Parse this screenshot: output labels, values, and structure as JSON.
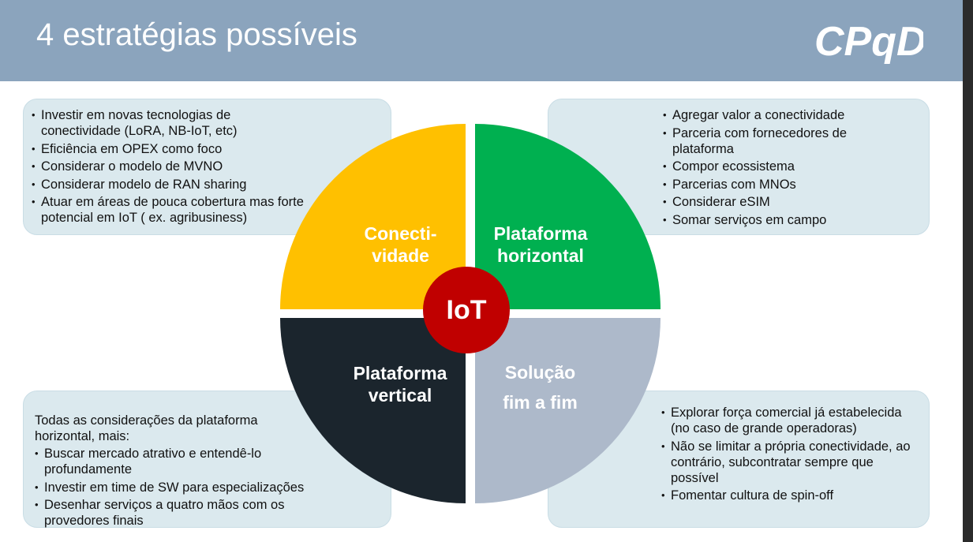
{
  "header": {
    "title": "4 estratégias possíveis",
    "logo_text": "CPqD"
  },
  "center": {
    "label": "IoT"
  },
  "quadrants": [
    {
      "line1": "Conecti-",
      "line2": "vidade",
      "color": "#ffc000"
    },
    {
      "line1": "Plataforma",
      "line2": "horizontal",
      "color": "#00b050"
    },
    {
      "line1": "Plataforma",
      "line2": "vertical",
      "color": "#1b252d"
    },
    {
      "line1": "Solução",
      "line2": "fim a fim",
      "color": "#adb9ca"
    }
  ],
  "boxes": {
    "top_left": {
      "items": [
        "Investir em novas tecnologias de conectividade (LoRA, NB-IoT, etc)",
        "Eficiência em OPEX como foco",
        "Considerar o modelo de MVNO",
        "Considerar modelo de RAN sharing",
        "Atuar em áreas de pouca cobertura mas forte potencial em IoT ( ex. agribusiness)"
      ]
    },
    "top_right": {
      "items": [
        "Agregar valor a conectividade",
        "Parceria com fornecedores de plataforma",
        "Compor ecossistema",
        "Parcerias com MNOs",
        "Considerar eSIM",
        "Somar serviços em campo"
      ]
    },
    "bottom_left": {
      "intro": "Todas as considerações da plataforma horizontal, mais:",
      "items": [
        "Buscar mercado atrativo e entendê-lo profundamente",
        "Investir em time de SW para especializações",
        "Desenhar serviços a quatro mãos com os provedores finais"
      ]
    },
    "bottom_right": {
      "items": [
        "Explorar força comercial já estabelecida (no caso de grande operadoras)",
        " Não se limitar a própria conectividade, ao contrário, subcontratar sempre que possível",
        "Fomentar cultura de spin-off"
      ]
    }
  },
  "colors": {
    "header": "#8ba4bd",
    "box": "#dbe9ee",
    "center": "#c00000"
  }
}
